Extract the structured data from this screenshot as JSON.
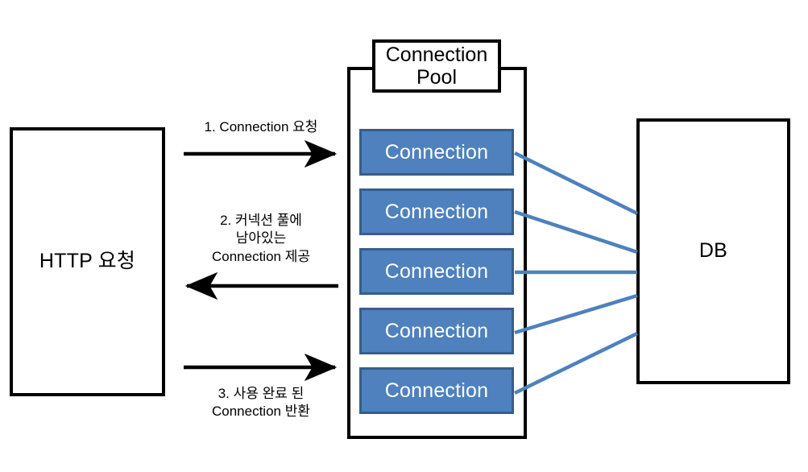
{
  "diagram": {
    "title_hidden": "",
    "client": {
      "label": "HTTP 요청"
    },
    "pool": {
      "header_label": "Connection\nPool",
      "connections": [
        {
          "label": "Connection"
        },
        {
          "label": "Connection"
        },
        {
          "label": "Connection"
        },
        {
          "label": "Connection"
        },
        {
          "label": "Connection"
        }
      ]
    },
    "database": {
      "label": "DB"
    },
    "flows": [
      {
        "id": "flow-1",
        "label": "1. Connection 요청",
        "direction": "right"
      },
      {
        "id": "flow-2",
        "label": "2. 커넥션 풀에\n남아있는\nConnection 제공",
        "direction": "left"
      },
      {
        "id": "flow-3",
        "label": "3. 사용 완료 된\nConnection 반환",
        "direction": "right"
      }
    ]
  },
  "colors": {
    "connection_fill": "#4E81BD",
    "connection_border": "#385D8A",
    "connector_line": "#4E81BD",
    "outline": "#000000",
    "text_on_connection": "#FFFFFF",
    "background": "#FFFFFF"
  }
}
